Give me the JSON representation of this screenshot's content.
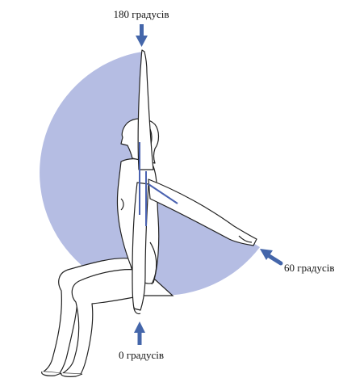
{
  "colors": {
    "arc_fill": "#b5bde3",
    "arrow": "#4466aa",
    "axis_line": "#4a62b0",
    "figure_line": "#222222",
    "figure_fill": "#ffffff"
  },
  "labels": {
    "top": "180 градусів",
    "right": "60 градусів",
    "bottom": "0 градусів"
  },
  "icons": {
    "top": "arrow-down-icon",
    "right": "arrow-left-diagonal-icon",
    "bottom": "arrow-up-icon"
  }
}
